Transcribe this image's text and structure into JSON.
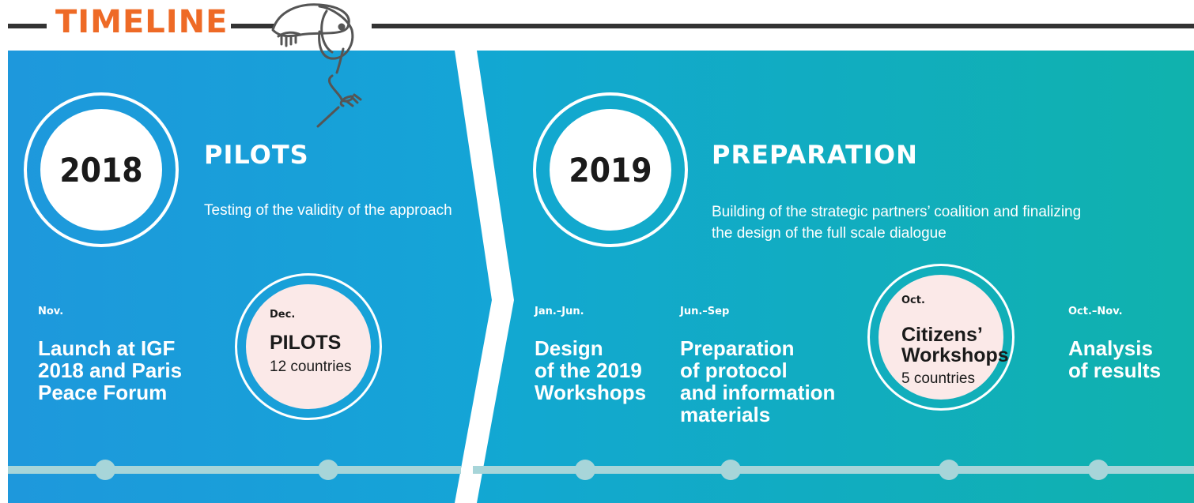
{
  "title": "TIMELINE",
  "colors": {
    "title": "#ee6a26",
    "left_panel_start": "#1e98dc",
    "left_panel_end": "#14a5d6",
    "right_panel_start": "#12a7d3",
    "right_panel_end": "#10b2ad",
    "timeline_line": "#a7d5d9",
    "highlight_circle": "#fbe9e8"
  },
  "phases": [
    {
      "year": "2018",
      "name": "PILOTS",
      "description_lines": [
        "Testing of the validity of the approach"
      ]
    },
    {
      "year": "2019",
      "name": "PREPARATION",
      "description_lines": [
        "Building of the strategic partners’ coalition and finalizing",
        "the design of the full scale dialogue"
      ]
    }
  ],
  "milestones": [
    {
      "date": "Nov.",
      "lines": [
        "Launch at IGF",
        "2018 and Paris",
        "Peace Forum"
      ]
    },
    {
      "date": "Dec.",
      "lines": [
        "PILOTS"
      ],
      "sub": "12 countries",
      "highlight": true
    },
    {
      "date": "Jan.–Jun.",
      "lines": [
        "Design",
        "of the 2019",
        "Workshops"
      ]
    },
    {
      "date": "Jun.–Sep",
      "lines": [
        "Preparation",
        "of protocol",
        "and information",
        "materials"
      ]
    },
    {
      "date": "Oct.",
      "lines": [
        "Citizens’",
        "Workshops"
      ],
      "sub": "5 countries",
      "highlight": true
    },
    {
      "date": "Oct.–Nov.",
      "lines": [
        "Analysis",
        "of results"
      ]
    }
  ],
  "illustration": "hanging-doodle-character"
}
